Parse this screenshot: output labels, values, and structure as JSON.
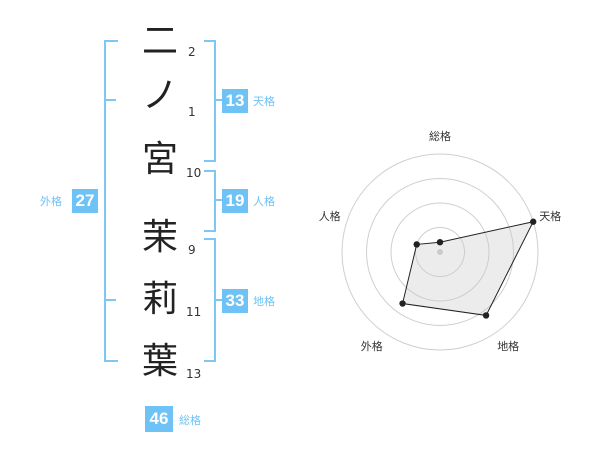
{
  "name_chars": [
    {
      "char": "二",
      "strokes": "2"
    },
    {
      "char": "ノ",
      "strokes": "1"
    },
    {
      "char": "宮",
      "strokes": "10"
    },
    {
      "char": "茉",
      "strokes": "9"
    },
    {
      "char": "莉",
      "strokes": "11"
    },
    {
      "char": "葉",
      "strokes": "13"
    }
  ],
  "scores": {
    "tenkaku": {
      "value": "13",
      "label": "天格"
    },
    "jinkaku": {
      "value": "19",
      "label": "人格"
    },
    "chikaku": {
      "value": "33",
      "label": "地格"
    },
    "gaikaku": {
      "value": "27",
      "label": "外格"
    },
    "soukaku": {
      "value": "46",
      "label": "総格"
    }
  },
  "colors": {
    "accent": "#6ec2f5",
    "bracket": "#7ec6f3"
  },
  "chart_data": {
    "type": "radar",
    "axes": [
      "総格",
      "天格",
      "地格",
      "外格",
      "人格"
    ],
    "values": [
      0.1,
      1.0,
      0.8,
      0.65,
      0.25
    ],
    "rings": 4
  }
}
